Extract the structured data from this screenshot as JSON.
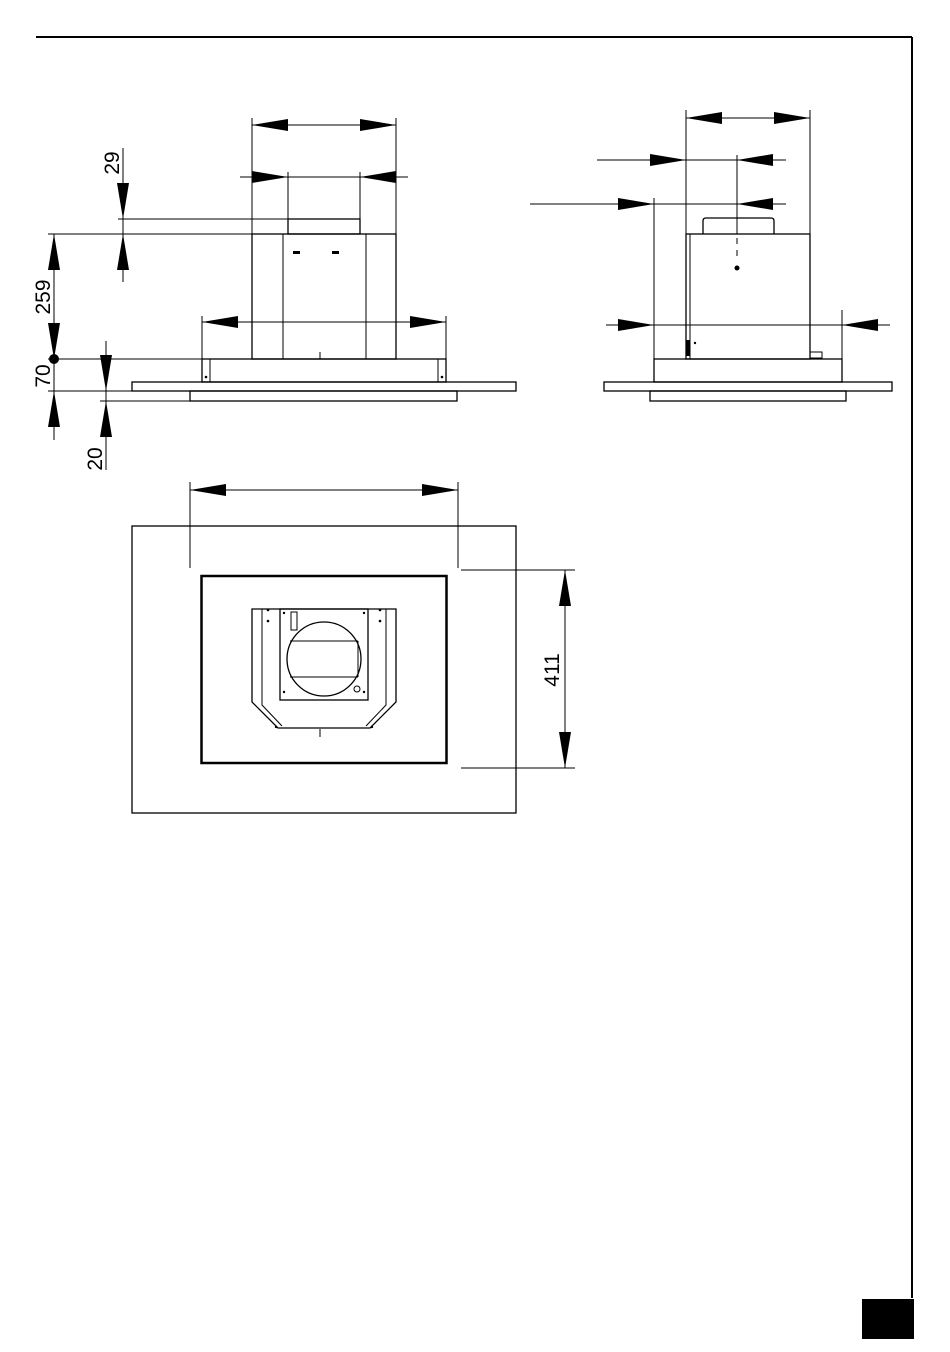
{
  "dimensions": {
    "duct_offset": "29",
    "chimney_height": "259",
    "canopy_height": "70",
    "glass_thickness": "20",
    "glass_depth": "411"
  },
  "colors": {
    "line": "#000000",
    "background": "#ffffff",
    "marker": "#000000"
  }
}
